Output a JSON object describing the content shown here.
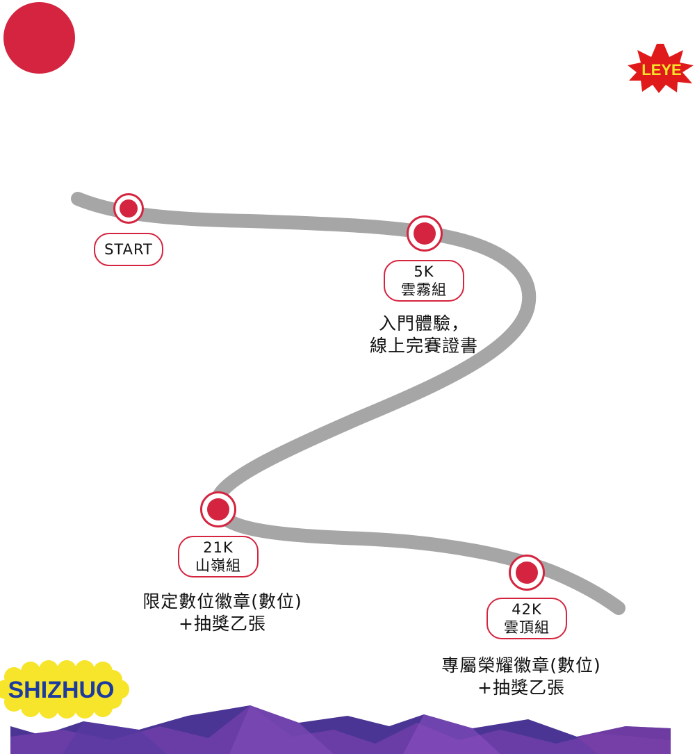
{
  "logo_top_right": "LEYE",
  "logo_bottom_left": "SHIZHUO",
  "colors": {
    "accent_red": "#d4243f",
    "route_gray": "#a6a6a6",
    "logo_yellow": "#f6e52a",
    "logo_blue": "#1c3a9f",
    "mountain_purple": "#5b3a9c"
  },
  "checkpoints": {
    "start": {
      "label": "START"
    },
    "k5": {
      "distance": "5K",
      "group": "雲霧組",
      "reward_line1": "入門體驗，",
      "reward_line2": "線上完賽證書"
    },
    "k21": {
      "distance": "21K",
      "group": "山嶺組",
      "reward_line1": "限定數位徽章(數位)",
      "reward_line2": "+抽獎乙張"
    },
    "k42": {
      "distance": "42K",
      "group": "雲頂組",
      "reward_line1": "專屬榮耀徽章(數位)",
      "reward_line2": "+抽獎乙張"
    }
  }
}
